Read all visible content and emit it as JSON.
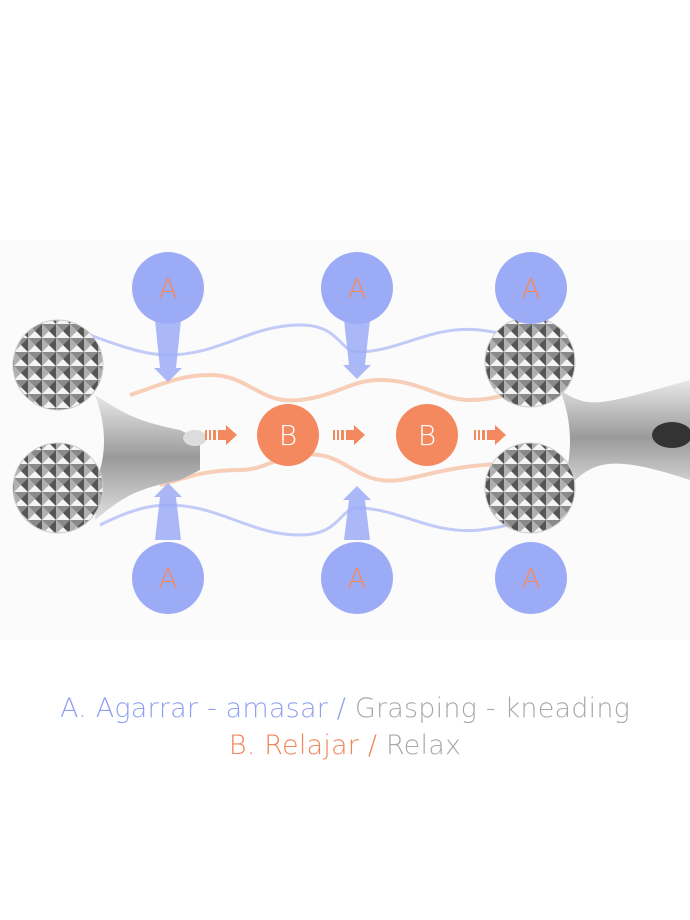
{
  "diagram": {
    "a_label": "A",
    "b_label": "B",
    "colors": {
      "a": "#9cabf6",
      "b": "#f4895f",
      "a_text": "#f4895f",
      "b_text": "#ffffff"
    }
  },
  "legend": {
    "a_es": "A. Agarrar - amasar /",
    "a_en": "Grasping - kneading",
    "b_es": "B. Relajar /",
    "b_en": "Relax"
  }
}
